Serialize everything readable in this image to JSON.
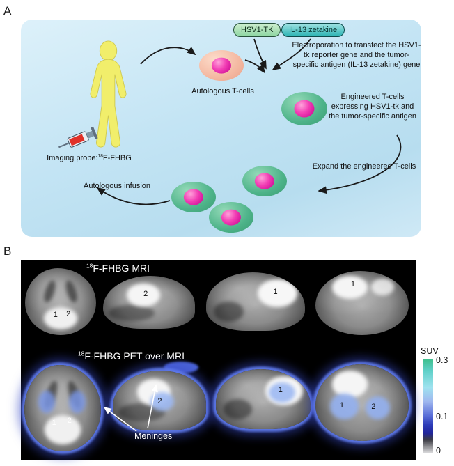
{
  "figure": {
    "panel_a_label": "A",
    "panel_b_label": "B"
  },
  "panel_a": {
    "hsv1_pill": "HSV1-TK",
    "il13_pill": "IL-13 zetakine",
    "electroporation_text": "Electroporation to transfect the HSV1-tk reporter gene and the tumor-specific antigen (IL-13 zetakine) gene",
    "autologous_tcells_label": "Autologous T-cells",
    "engineered_tcells_text": "Engineered T-cells expressing HSV1-tk and the tumor-specific antigen",
    "expand_text": "Expand the engineered T-cells",
    "infusion_label": "Autologous infusion",
    "probe_prefix": "Imaging probe:",
    "probe_isotope": "18",
    "probe_tracer": "F-FHBG"
  },
  "panel_b": {
    "mri_isotope": "18",
    "mri_title": "F-FHBG MRI",
    "pet_isotope": "18",
    "pet_title": "F-FHBG PET over MRI",
    "meninges_label": "Meninges",
    "colorbar": {
      "title": "SUV",
      "tick_max": "0.3",
      "tick_mid": "0.1",
      "tick_min": "0"
    },
    "mri_scans": {
      "axial": {
        "n1": "1",
        "n2": "2"
      },
      "sagittal_left": {
        "n1": "2"
      },
      "sagittal_right": {
        "n1": "1"
      },
      "coronal": {
        "n1": "1"
      }
    },
    "pet_scans": {
      "axial": {
        "n1": "1",
        "n2": "2"
      },
      "sagittal_left": {
        "n1": "2"
      },
      "sagittal_right": {
        "n1": "1"
      },
      "coronal": {
        "n1": "1",
        "n2": "2"
      }
    }
  },
  "colors": {
    "panel_background_blue": "#c3e4f4",
    "tcell_pink": "#f4b8a1",
    "engineered_cell_green": "#4db389",
    "nucleus_magenta": "#e0169e",
    "hsv1_pill_green": "#8ed6a2",
    "il13_pill_teal": "#2db4b4",
    "pet_overlay_blue": "#4a63d8",
    "suv_top_green": "#3fbf8f",
    "suv_mid_blue": "#2d3cb8",
    "suv_bottom_gray": "#d8d8da"
  }
}
